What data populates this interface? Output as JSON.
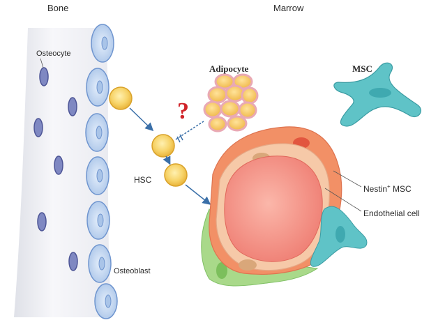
{
  "labels": {
    "bone": "Bone",
    "marrow": "Marrow",
    "osteocyte": "Osteocyte",
    "osteoblast": "Osteoblast",
    "hsc": "HSC",
    "adipocyte": "Adipocyte",
    "msc": "MSC",
    "nestin_prefix": "Nestin",
    "nestin_sup": "+",
    "nestin_suffix": " MSC",
    "endothelial": "Endothelial cell",
    "question": "?"
  },
  "colors": {
    "bone_fill": "#f2f3f7",
    "osteocyte": "#7f88c2",
    "osteoblast": "#bcd2ee",
    "hsc": "#f7d46a",
    "adipocyte": "#f2c45a",
    "adipocyte_outline": "#e9a9b4",
    "msc": "#5fc3c7",
    "vessel_lumen": "#f38c82",
    "endothelial": "#f6c9a8",
    "nestin_layer": "#f29066",
    "green_cell": "#a9d98a",
    "arrow": "#3a6fa8",
    "question": "#d0242a"
  }
}
